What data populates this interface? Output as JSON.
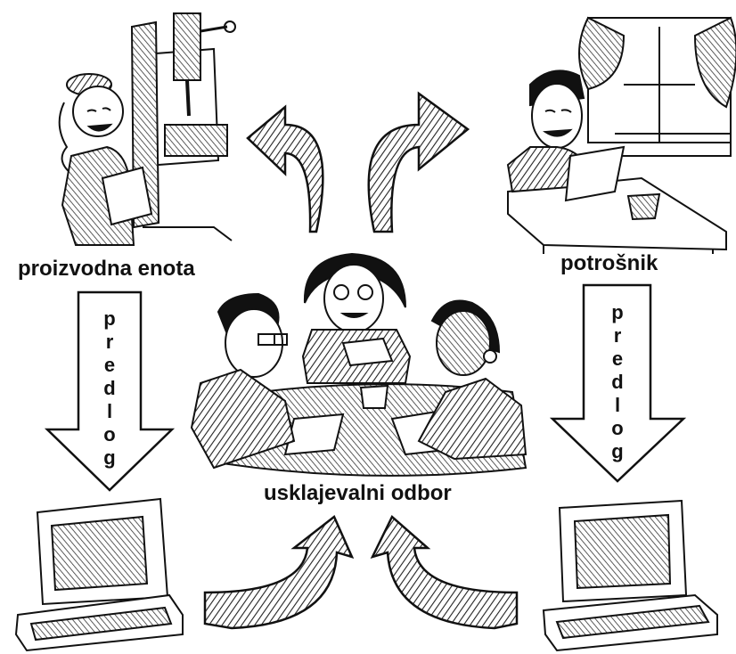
{
  "labels": {
    "producer": "proizvodna enota",
    "consumer": "potrošnik",
    "committee": "usklajevalni odbor",
    "proposal_left": "predlog",
    "proposal_right": "predlog"
  },
  "icons": {
    "producer": "worker-at-drill-press-icon",
    "consumer": "person-reading-at-kitchen-table-icon",
    "committee": "three-people-meeting-at-table-icon",
    "computer_left": "desktop-computer-icon",
    "computer_right": "desktop-computer-icon"
  },
  "colors": {
    "ink": "#111111",
    "paper": "#ffffff",
    "hatch": "#555555"
  }
}
